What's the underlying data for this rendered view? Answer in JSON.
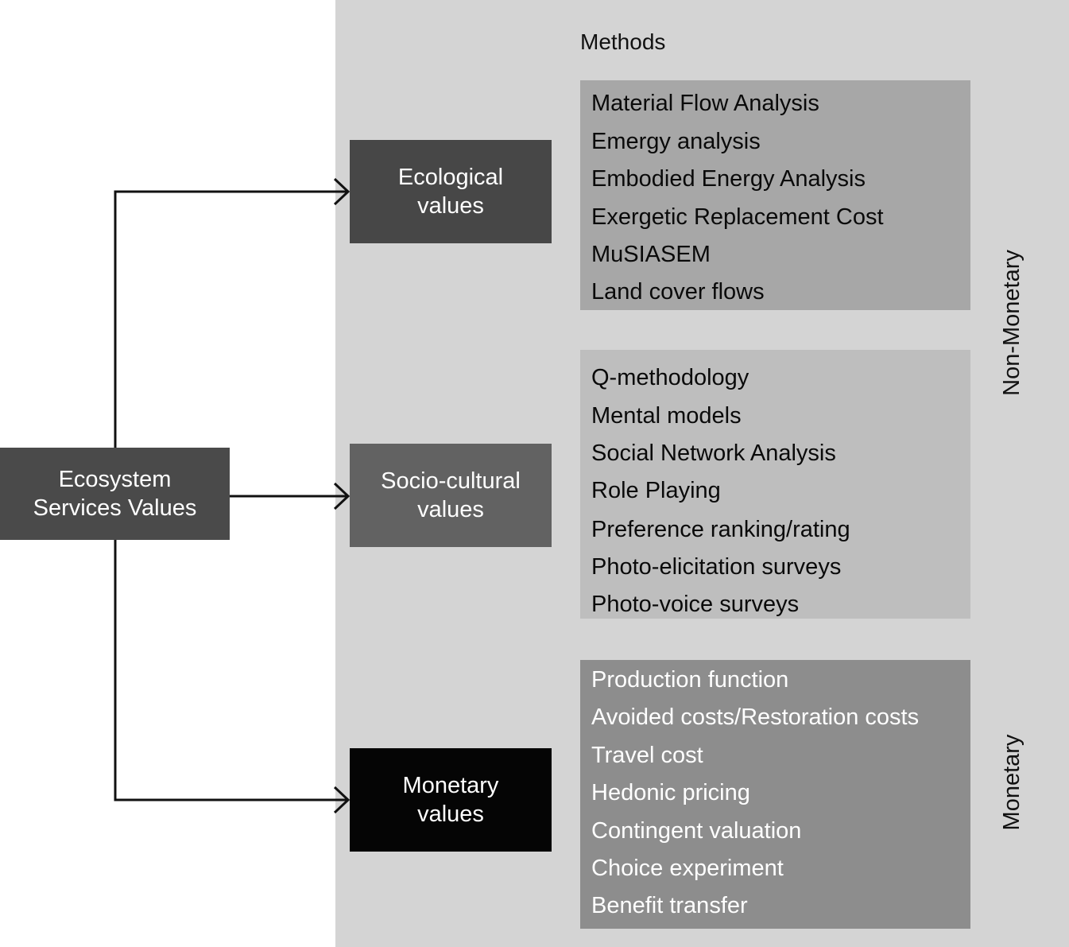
{
  "panel": {
    "title": "Methods",
    "side_labels": {
      "non_monetary": "Non-Monetary",
      "monetary": "Monetary"
    }
  },
  "root": {
    "label": "Ecosystem\nServices Values"
  },
  "categories": [
    {
      "label": "Ecological\nvalues",
      "methods": [
        "Material Flow Analysis",
        "Emergy analysis",
        "Embodied Energy Analysis",
        "Exergetic Replacement Cost",
        "MuSIASEM",
        "Land cover flows"
      ]
    },
    {
      "label": "Socio-cultural\nvalues",
      "methods": [
        "Q-methodology",
        "Mental models",
        "Social Network Analysis",
        "Role Playing",
        "Preference ranking/rating",
        "Photo-elicitation surveys",
        "Photo-voice surveys"
      ]
    },
    {
      "label": "Monetary\nvalues",
      "methods": [
        "Production function",
        "Avoided costs/Restoration costs",
        "Travel cost",
        "Hedonic pricing",
        "Contingent valuation",
        "Choice experiment",
        "Benefit transfer"
      ]
    }
  ]
}
